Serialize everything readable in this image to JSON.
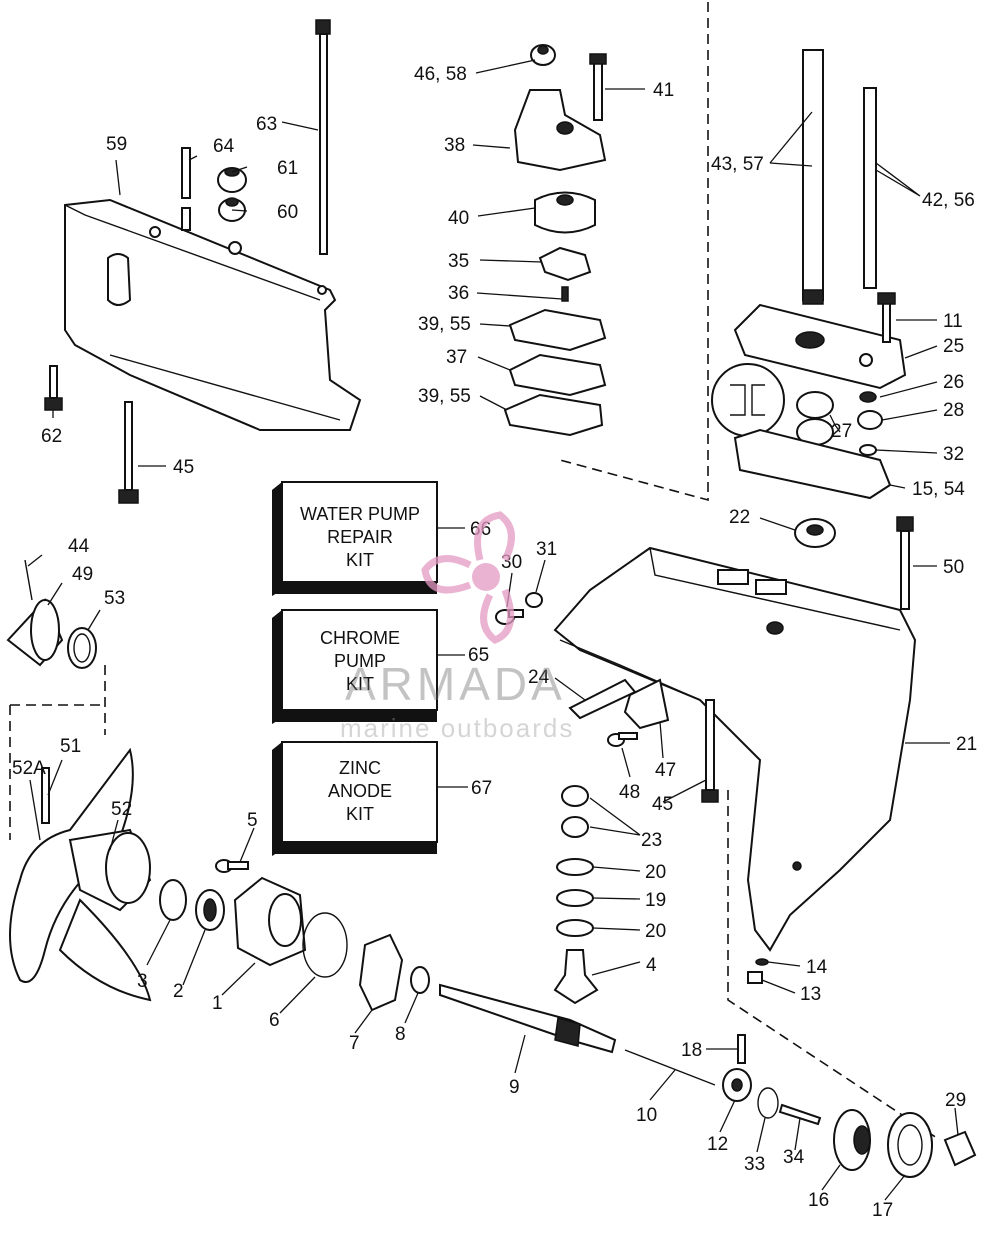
{
  "callouts": {
    "c1": "1",
    "c2": "2",
    "c3": "3",
    "c4": "4",
    "c5": "5",
    "c6": "6",
    "c7": "7",
    "c8": "8",
    "c9": "9",
    "c10": "10",
    "c11": "11",
    "c12": "12",
    "c13": "13",
    "c14": "14",
    "c15_54": "15, 54",
    "c16": "16",
    "c17": "17",
    "c18": "18",
    "c19": "19",
    "c20a": "20",
    "c20b": "20",
    "c21": "21",
    "c22": "22",
    "c23": "23",
    "c24": "24",
    "c25": "25",
    "c26": "26",
    "c27": "27",
    "c28": "28",
    "c29": "29",
    "c30": "30",
    "c31": "31",
    "c32": "32",
    "c33": "33",
    "c34": "34",
    "c35": "35",
    "c36": "36",
    "c37": "37",
    "c38": "38",
    "c39_55a": "39, 55",
    "c39_55b": "39, 55",
    "c40": "40",
    "c41": "41",
    "c42_56": "42, 56",
    "c43_57": "43, 57",
    "c44": "44",
    "c45a": "45",
    "c45b": "45",
    "c46_58": "46, 58",
    "c47": "47",
    "c48": "48",
    "c49": "49",
    "c50": "50",
    "c51": "51",
    "c52": "52",
    "c52a": "52A",
    "c53": "53",
    "c59": "59",
    "c60": "60",
    "c61": "61",
    "c62": "62",
    "c63": "63",
    "c64": "64",
    "c65": "65",
    "c66": "66",
    "c67": "67"
  },
  "kits": {
    "water_pump": [
      "WATER PUMP",
      "REPAIR",
      "KIT"
    ],
    "chrome_pump": [
      "CHROME",
      "PUMP",
      "KIT"
    ],
    "zinc_anode": [
      "ZINC",
      "ANODE",
      "KIT"
    ]
  },
  "watermark": {
    "brand": "ARMADA",
    "tagline": "marine outboards",
    "color": "#e59ac4"
  }
}
